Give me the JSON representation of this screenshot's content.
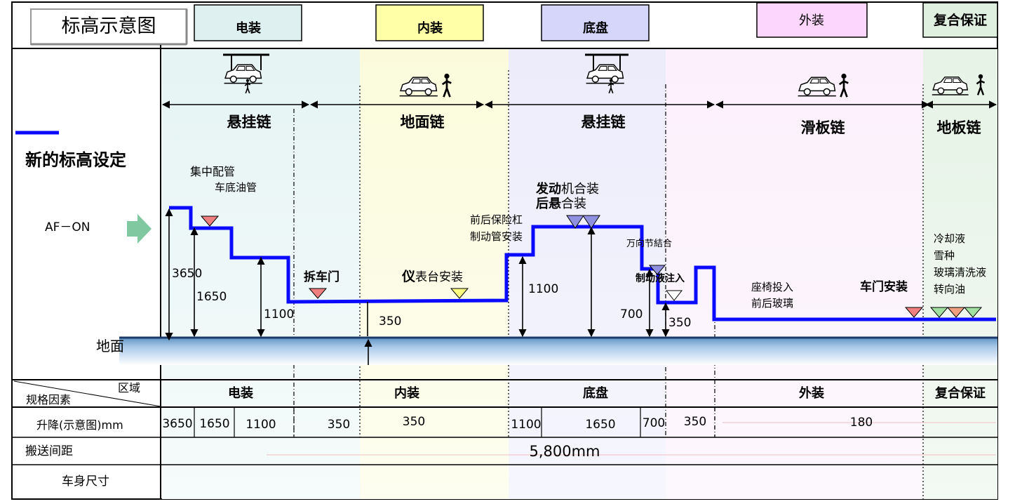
{
  "title": "标高示意图",
  "legend_label": "新的标高设定",
  "af_on": "AF－ON",
  "ground_label": "地面",
  "zones": [
    {
      "label": "电装",
      "color": "#dff0f0"
    },
    {
      "label": "内装",
      "color": "#ffffa8"
    },
    {
      "label": "底盘",
      "color": "#d6d6fa"
    },
    {
      "label": "外装",
      "color": "#fcd6fc"
    },
    {
      "label": "复合保证",
      "color": "#e0f0e0"
    }
  ],
  "conveyors": [
    "悬挂链",
    "地面链",
    "悬挂链",
    "滑板链",
    "地板链"
  ],
  "process_labels": {
    "jizhong": "集中配管",
    "chedi": "车底油管",
    "chaimen": "拆车门",
    "yibiao_b": "仪",
    "yibiao_rest": "表台安装",
    "qianhou": "前后保险杠",
    "zhidong": "制动管安装",
    "fadong_b": "发动",
    "fadong_rest": "机合装",
    "houxuan_b": "后悬",
    "houxuan_rest": "合装",
    "wanxiang": "万向节結合",
    "zhidongye": "制动液注入",
    "zuoyi": "座椅投入",
    "boli": "前后玻璃",
    "chemen": "车门安装",
    "lengque": "冷却液",
    "xuezhong": "雪种",
    "qingxi": "玻璃清洗液",
    "zhuanxiang": "转向油"
  },
  "dimension_labels": {
    "d3650": "3650",
    "d1650": "1650",
    "d1100a": "1100",
    "d350a": "350",
    "d1100b": "1100",
    "d700": "700",
    "d350b": "350"
  },
  "table": {
    "header_region": "区域",
    "header_factor": "规格因素",
    "zone_row": [
      "电装",
      "内装",
      "底盘",
      "外装",
      "复合保证"
    ],
    "lift_label": "升降(示意图)mm",
    "lift_values": [
      "3650",
      "1650",
      "1100",
      "350",
      "350",
      "1100",
      "1650",
      "700",
      "350",
      "180"
    ],
    "spacing_label": "搬送间距",
    "spacing_value": "5,800mm",
    "body_label": "车身尺寸"
  },
  "colors": {
    "line": "#0a0aff",
    "ground": "#9ec8e8",
    "arrow": "#80c8a0"
  }
}
